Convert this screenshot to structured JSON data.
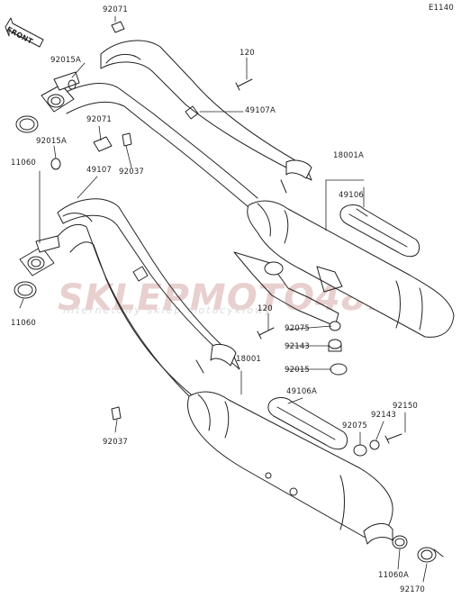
{
  "diagram_code": "E1140",
  "front_label": "FRONT",
  "watermark": {
    "brand": "SKLEPMOTO48.PL",
    "tagline": "internetowy sklep motocyklowy"
  },
  "parts": {
    "p92071a": "92071",
    "p92015a": "92015A",
    "p120a": "120",
    "p49107a": "49107A",
    "p92071b": "92071",
    "p92015a2": "92015A",
    "p92037a": "92037",
    "p11060a": "11060",
    "p49107": "49107",
    "p18001a": "18001A",
    "p49106": "49106",
    "p11060b": "11060",
    "p120b": "120",
    "p92075a": "92075",
    "p92143a": "92143",
    "p18001": "18001",
    "p92015": "92015",
    "p49106a": "49106A",
    "p92150": "92150",
    "p92143b": "92143",
    "p92075b": "92075",
    "p92037b": "92037",
    "p11060a_b": "11060A",
    "p92170": "92170"
  }
}
